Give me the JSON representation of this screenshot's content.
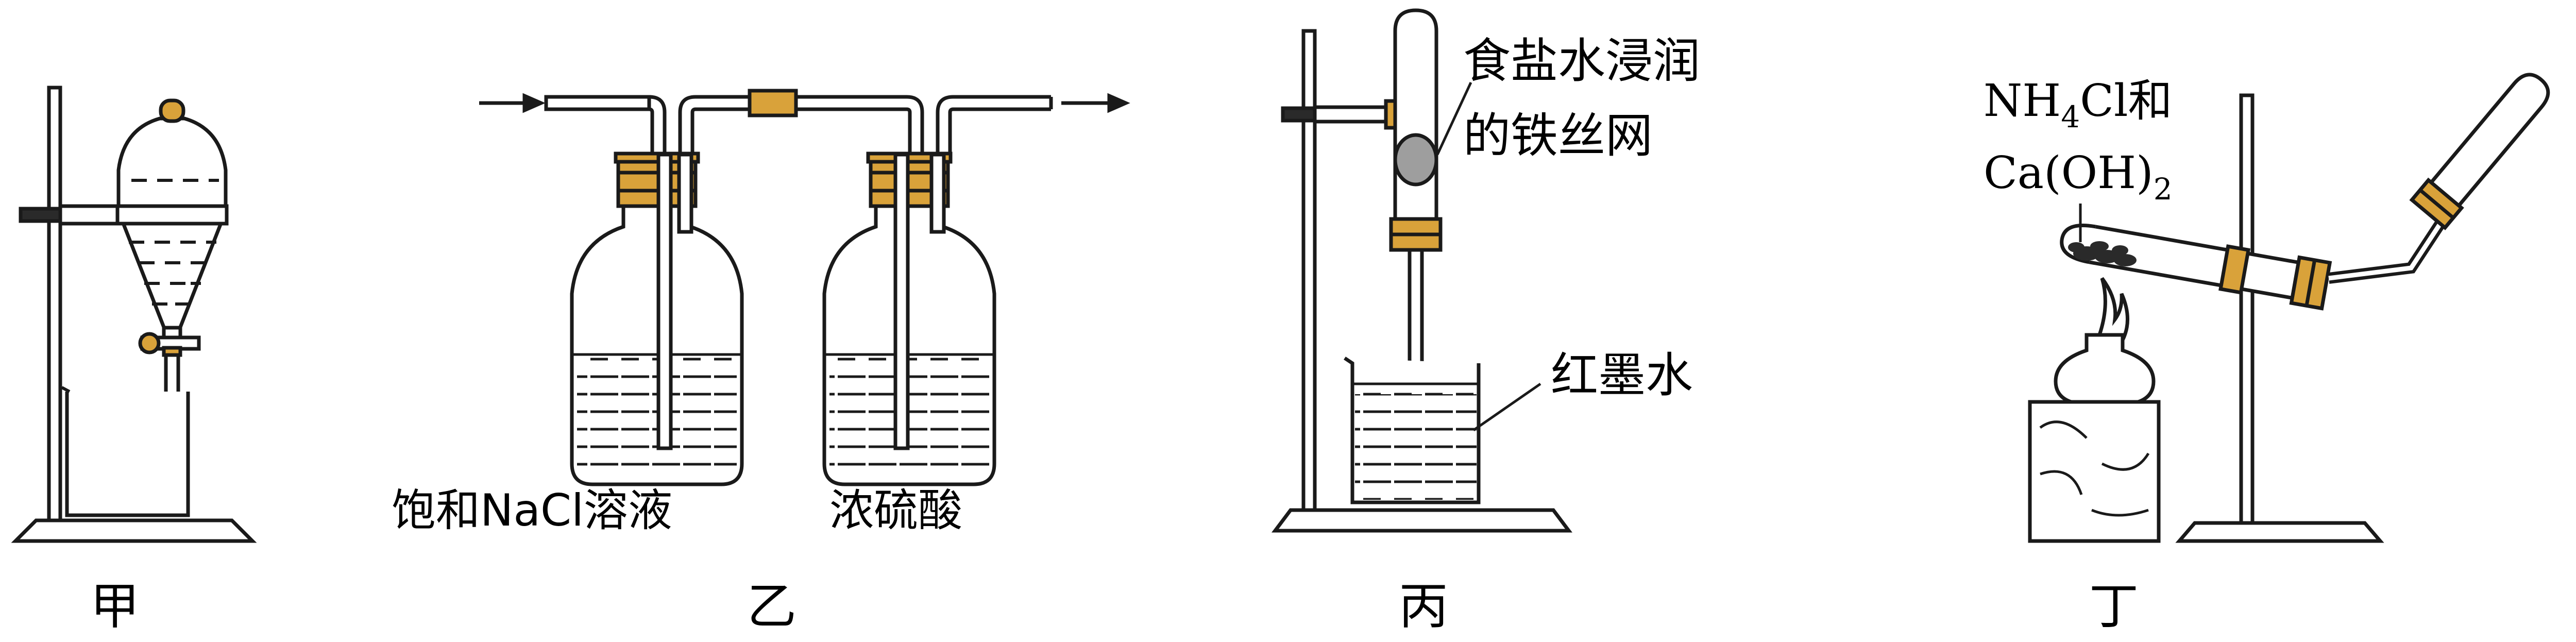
{
  "colors": {
    "line": "#1a1a1a",
    "clamp": "#d9a23a",
    "bottle_fill": "#ffffff",
    "liquid_dash": "#1a1a1a",
    "mesh_fill": "#9e9e9e",
    "solid_dark": "#2a2a2a"
  },
  "panels": [
    {
      "id": "jia",
      "caption": "甲"
    },
    {
      "id": "yi",
      "caption": "乙"
    },
    {
      "id": "bing",
      "caption": "丙"
    },
    {
      "id": "ding",
      "caption": "丁"
    }
  ],
  "yi": {
    "bottle1_label": "饱和NaCl溶液",
    "bottle2_label": "浓硫酸"
  },
  "bing": {
    "mesh_label_line1": "食盐水浸润",
    "mesh_label_line2": "的铁丝网",
    "beaker_label": "红墨水"
  },
  "ding": {
    "reagent_line1_a": "NH",
    "reagent_line1_sub": "4",
    "reagent_line1_b": "Cl和",
    "reagent_line2_a": "Ca(OH)",
    "reagent_line2_sub": "2"
  }
}
